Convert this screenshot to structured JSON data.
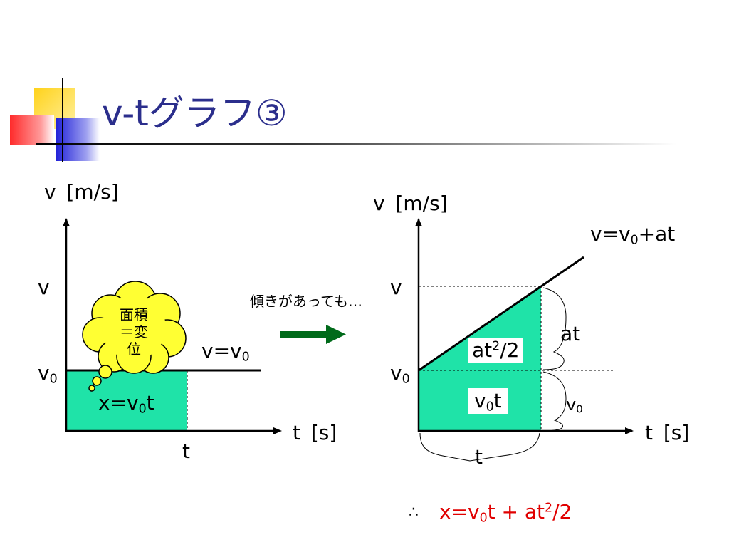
{
  "slide": {
    "title": "v-tグラフ③",
    "colors": {
      "title": "#2b2e8c",
      "fill": "#1fe3a8",
      "arrow": "#006a1a",
      "result": "#e00000",
      "bubble": "#ffff33"
    }
  },
  "left_graph": {
    "y_axis_label": "v [m/s]",
    "x_axis_label": "t [s]",
    "v_tick": "v",
    "v0_tick": {
      "main": "v",
      "sub": "0"
    },
    "t_tick": "t",
    "line_label": {
      "main": "v=v",
      "sub": "0"
    },
    "area_label": {
      "pre": "x=v",
      "sub": "0",
      "post": "t"
    },
    "bubble_text": [
      "面積",
      "＝変",
      "位"
    ]
  },
  "middle": {
    "text": "傾きがあっても…",
    "arrow_icon": "right-arrow-icon"
  },
  "right_graph": {
    "y_axis_label": "v [m/s]",
    "x_axis_label": "t [s]",
    "v_tick": "v",
    "v0_tick": {
      "main": "v",
      "sub": "0"
    },
    "line_label": {
      "pre": "v=v",
      "sub": "0",
      "post": "+at"
    },
    "triangle_label": {
      "pre": "at",
      "sup": "2",
      "post": "/2"
    },
    "rect_label": {
      "pre": "v",
      "sub": "0",
      "post": "t"
    },
    "brace_at": "at",
    "brace_v0": {
      "main": "v",
      "sub": "0"
    },
    "brace_t": "t"
  },
  "result": {
    "therefore": "∴",
    "pre": "x=v",
    "sub": "0",
    "mid": "t + at",
    "sup": "2",
    "post": "/2"
  }
}
